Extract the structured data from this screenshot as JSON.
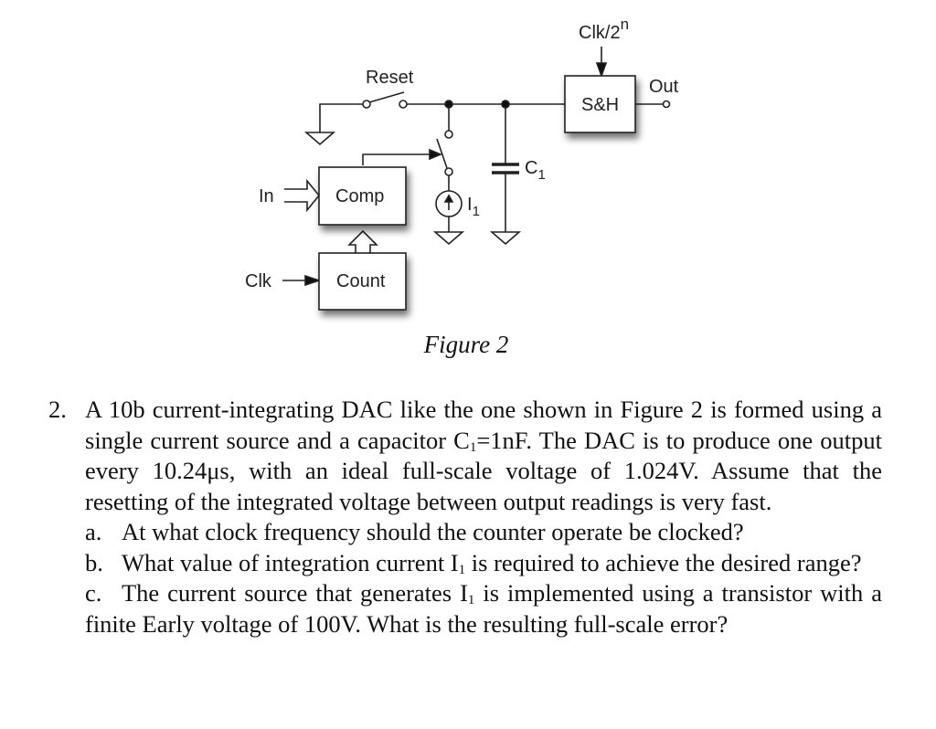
{
  "figure": {
    "caption": "Figure 2",
    "labels": {
      "reset": "Reset",
      "clk_div": "Clk/2",
      "clk_div_exp": "n",
      "sh": "S&H",
      "out": "Out",
      "in": "In",
      "comp": "Comp",
      "clk": "Clk",
      "count": "Count",
      "c1_main": "C",
      "c1_sub": "1",
      "i1_main": "I",
      "i1_sub": "1"
    }
  },
  "problem": {
    "number": "2.",
    "intro_part1": "A 10b current-integrating DAC like the one shown in Figure 2 is formed using a single current source and a capacitor C",
    "intro_c_sub": "1",
    "intro_part2": "=1nF.  The DAC is to produce one output every 10.24μs, with an ideal full-scale voltage of 1.024V. Assume that the resetting of the integrated voltage between output readings is very fast.",
    "parts": [
      {
        "label": "a.",
        "text_before": "At what clock frequency should the counter operate be clocked?",
        "sub": "",
        "text_after": ""
      },
      {
        "label": "b.",
        "text_before": "What value of integration current I",
        "sub": "1",
        "text_after": " is required to achieve the desired range?"
      },
      {
        "label": "c.",
        "text_before": "The current source that generates I",
        "sub": "1",
        "text_after": " is implemented using a transistor with a finite Early voltage of 100V.  What is the resulting full-scale error?"
      }
    ]
  }
}
